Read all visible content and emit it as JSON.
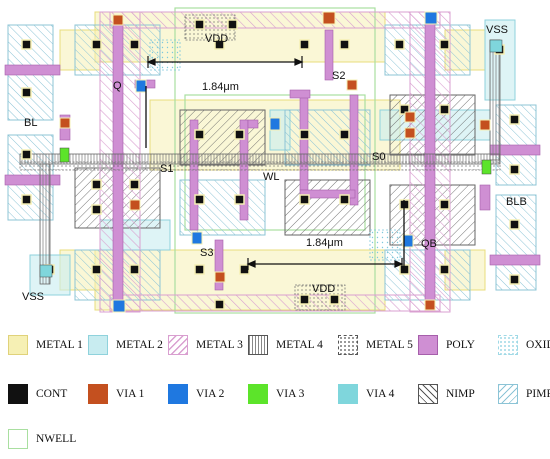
{
  "labels": {
    "vdd_top": "VDD",
    "vdd_bottom": "VDD",
    "vss_top_right": "VSS",
    "vss_bottom_left": "VSS",
    "bl": "BL",
    "blb": "BLB",
    "wl": "WL",
    "q": "Q",
    "qb": "QB",
    "s0": "S0",
    "s1": "S1",
    "s2": "S2",
    "s3": "S3",
    "dim_top": "1.84μm",
    "dim_bottom": "1.84μm"
  },
  "colors": {
    "metal1": "#f6f0b4",
    "metal2": "#c8ecf0",
    "metal3": "#d99fd0",
    "metal4": "#888888",
    "metal5": "#777777",
    "poly": "#cf8fd3",
    "oxide": "#9fd9e6",
    "cont": "#111111",
    "via1": "#c4501f",
    "via2": "#1f78e0",
    "via3": "#5ce42a",
    "via4": "#7fd6dc",
    "nimp": "#555555",
    "pimp": "#8cc4d6",
    "nwell": "#a9dfa0"
  },
  "legend": [
    {
      "key": "metal1",
      "label": "METAL 1"
    },
    {
      "key": "metal2",
      "label": "METAL 2"
    },
    {
      "key": "metal3",
      "label": "METAL 3"
    },
    {
      "key": "metal4",
      "label": "METAL 4"
    },
    {
      "key": "metal5",
      "label": "METAL 5"
    },
    {
      "key": "poly",
      "label": "POLY"
    },
    {
      "key": "oxide",
      "label": "OXIDE"
    },
    {
      "key": "cont",
      "label": "CONT"
    },
    {
      "key": "via1",
      "label": "VIA 1"
    },
    {
      "key": "via2",
      "label": "VIA 2"
    },
    {
      "key": "via3",
      "label": "VIA 3"
    },
    {
      "key": "via4",
      "label": "VIA 4"
    },
    {
      "key": "nimp",
      "label": "NIMP"
    },
    {
      "key": "pimp",
      "label": "PIMP"
    },
    {
      "key": "nwell",
      "label": "NWELL"
    }
  ]
}
